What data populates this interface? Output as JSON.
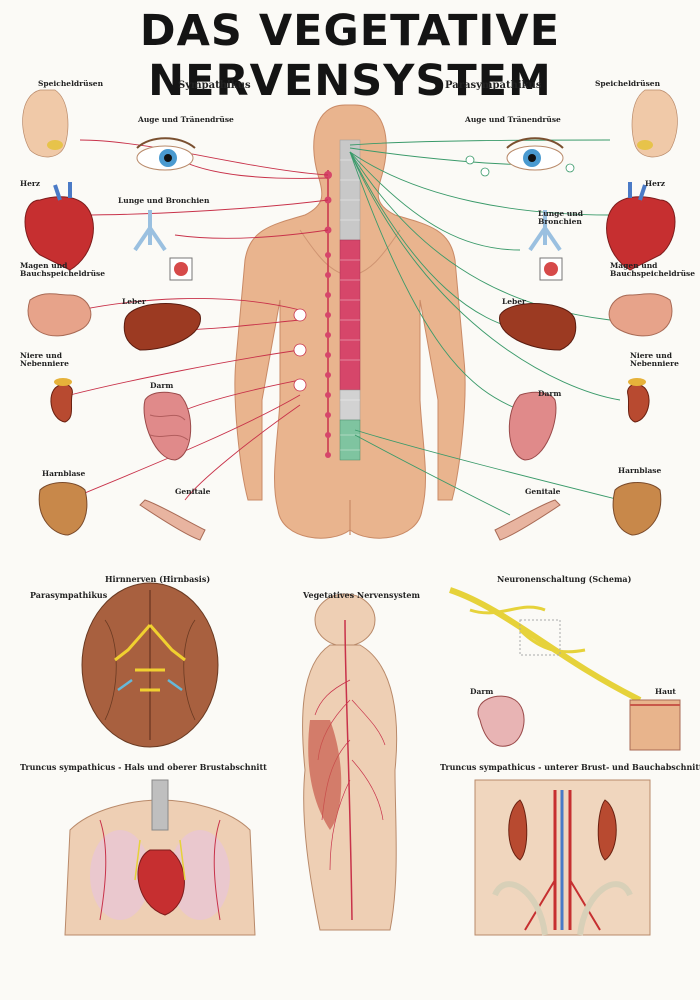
{
  "title": "DAS VEGETATIVE NERVENSYSTEM",
  "headers": {
    "sympathikus": "Sympathikus",
    "parasympathikus": "Parasympathikus"
  },
  "organs_left": {
    "speicheldruesen": "Speicheldrüsen",
    "auge": "Auge und Tränendrüse",
    "herz": "Herz",
    "lunge": "Lunge und Bronchien",
    "magen": "Magen und Bauchspeicheldrüse",
    "leber": "Leber",
    "niere": "Niere und Nebenniere",
    "darm": "Darm",
    "harnblase": "Harnblase",
    "genitale": "Genitale"
  },
  "organs_right": {
    "speicheldruesen": "Speicheldrüsen",
    "auge": "Auge und Tränendrüse",
    "herz": "Herz",
    "lunge": "Lunge und Bronchien",
    "magen": "Magen und Bauchspeicheldrüse",
    "leber": "Leber",
    "niere": "Niere und Nebenniere",
    "darm": "Darm",
    "harnblase": "Harnblase",
    "genitale": "Genitale"
  },
  "lower_sections": {
    "hirnnerven": "Hirnnerven (Hirnbasis)",
    "parasympathikus": "Parasympathikus",
    "vegetatives": "Vegetatives Nervensystem",
    "neuronenschaltung": "Neuronenschaltung (Schema)",
    "darm": "Darm",
    "haut": "Haut",
    "truncus_hals": "Truncus sympathicus - Hals und oberer Brustabschnitt",
    "truncus_brust": "Truncus sympathicus - unterer Brust- und Bauchabschnitt"
  },
  "colors": {
    "sympathetic": "#c8324a",
    "parasympathetic": "#3a9a6a",
    "skin": "#e8b48c",
    "spine_gray": "#c8c8c8",
    "spine_pink": "#d6466a",
    "spine_green": "#7fc4a0",
    "nerve_yellow": "#e6d23a"
  }
}
